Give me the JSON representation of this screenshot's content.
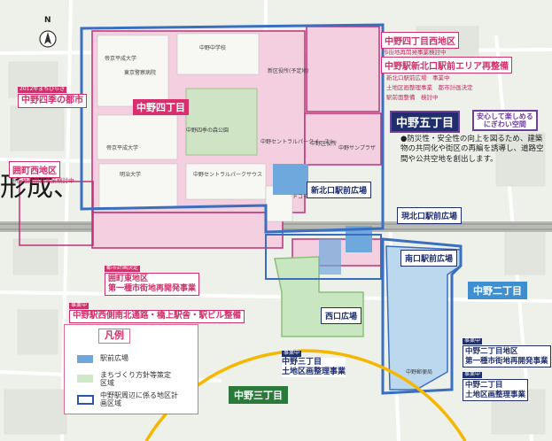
{
  "map": {
    "north_arrow": "N",
    "overlay_text": "形成、",
    "areas": {
      "nakano_yonchome": "中野四丁目",
      "nakano_gochome": "中野五丁目",
      "nakano_nichome": "中野二丁目",
      "nakano_sanchome_block": "中野三丁目",
      "nakano_sanchome_green": "中野三丁目"
    },
    "projects": {
      "shiki_title": "中野四季の都市",
      "shiki_tag": "2012年まちびらき",
      "yonchome_nishi_title": "中野四丁目西地区",
      "yonchome_nishi_sub": "市街地再開発事業検討中",
      "shinkita_title": "中野駅新北口駅前エリア再整備",
      "shinkita_items": [
        "新北口駅前広場　事業中",
        "土地区画整理事業　都市計画決定",
        "駅前面整備　検討中"
      ],
      "yonchome_side_title": "囲町西地区",
      "yonchome_side_sub": "市街地再開発事業検討中",
      "kakoi_tag": "都市計画決定",
      "kakoi_title": "囲町東地区",
      "kakoi_sub": "第一種市街地再開発事業",
      "nishigawa_tag": "事業中",
      "nishigawa_title": "中野駅西側南北通路・橋上駅舎・駅ビル整備",
      "sanchome_tag": "事業中",
      "sanchome_line1": "中野三丁目",
      "sanchome_line2": "土地区画整理事業",
      "nichome1_tag": "事業中",
      "nichome1_line1": "中野二丁目地区",
      "nichome1_line2": "第一種市街地再開発事業",
      "nichome2_tag": "事業中",
      "nichome2_line1": "中野二丁目",
      "nichome2_line2": "土地区画整理事業"
    },
    "plazas": {
      "shinkita": "新北口駅前広場",
      "kita": "現北口駅前広場",
      "minami": "南口駅前広場",
      "nishi": "西口広場"
    },
    "callout": {
      "badge": "安心して楽しめる\nにぎわい空間",
      "text": "●防災性・安全性の向上を図るため、建築物の共同化や街区の再編を誘導し、道路空間や公共空地を創出します。"
    },
    "buildings": [
      "中野中学校",
      "帝京平成大学",
      "東京警察病院",
      "新区役所(予定地)",
      "帝京平成大学",
      "中野四季の森公園",
      "中野セントラルパークイースト",
      "明治大学",
      "中野セントラルパークサウス",
      "中野区役所",
      "中野サンプラザ",
      "ドコモビル",
      "中野郵便局"
    ],
    "legend": {
      "title": "凡例",
      "items": [
        {
          "label": "駅前広場",
          "color": "#6fa8dc"
        },
        {
          "label": "まちづくり方針等策定区域",
          "color": "#cfe9c8"
        },
        {
          "label": "中野駅周辺に係る地区計画区域",
          "color": "#2a58a8"
        }
      ]
    },
    "colors": {
      "pink_area": "#f3cfe0",
      "pink_border": "#c0307a",
      "blue_border": "#3a6fc0",
      "green_area": "#c8e6c0",
      "blue_area": "#bcd8ef",
      "plaza": "#6fa8dc",
      "circle": "#f5b700"
    }
  }
}
